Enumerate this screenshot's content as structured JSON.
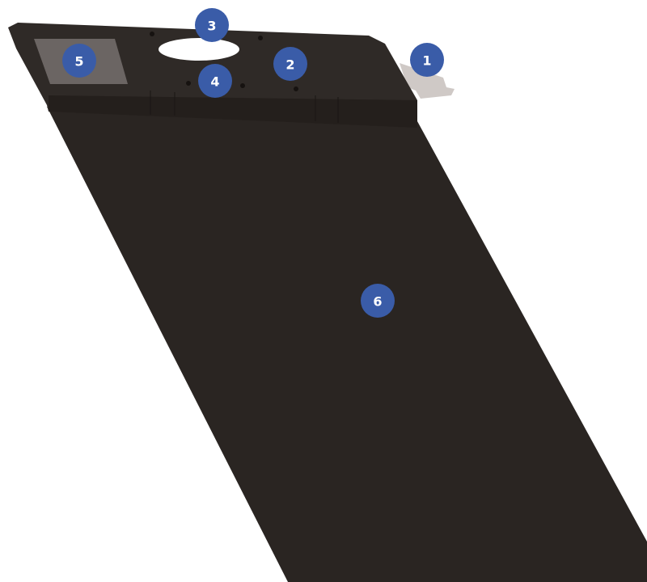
{
  "colors": {
    "device_body": "#2a2522",
    "device_header": "#2f2a27",
    "device_header_shade": "#241f1c",
    "header_window": "#6b6563",
    "connector": "#cfc9c6",
    "callout_fill": "#3a5ca8",
    "callout_text": "#ffffff",
    "background": "#ffffff"
  },
  "callouts": [
    {
      "label": "1"
    },
    {
      "label": "2"
    },
    {
      "label": "3"
    },
    {
      "label": "4"
    },
    {
      "label": "5"
    },
    {
      "label": "6"
    }
  ]
}
